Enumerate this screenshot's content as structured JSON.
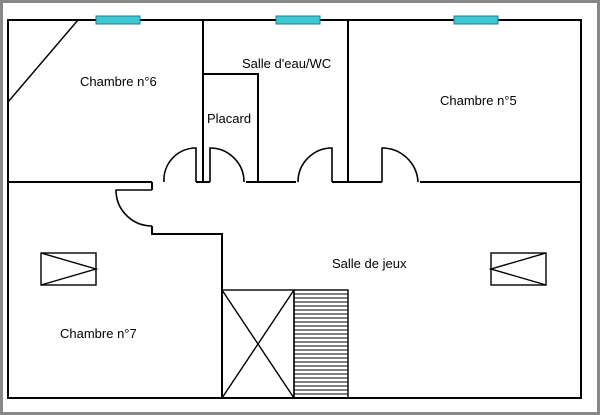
{
  "rooms": {
    "chambre6": "Chambre n°6",
    "salle_eau": "Salle d'eau/WC",
    "chambre5": "Chambre n°5",
    "placard": "Placard",
    "salle_jeux": "Salle de jeux",
    "chambre7": "Chambre n°7"
  },
  "colors": {
    "walls": "#000000",
    "frame": "#888888",
    "window_fill": "#3ec8d6",
    "window_stroke": "#1c7f8b",
    "background": "#ffffff"
  },
  "icons": {
    "windows": "window-icon",
    "doors": "door-swing-icon",
    "skylights": "skylight-icon",
    "stair_void": "stairwell-void-icon",
    "stairs": "staircase-icon"
  }
}
